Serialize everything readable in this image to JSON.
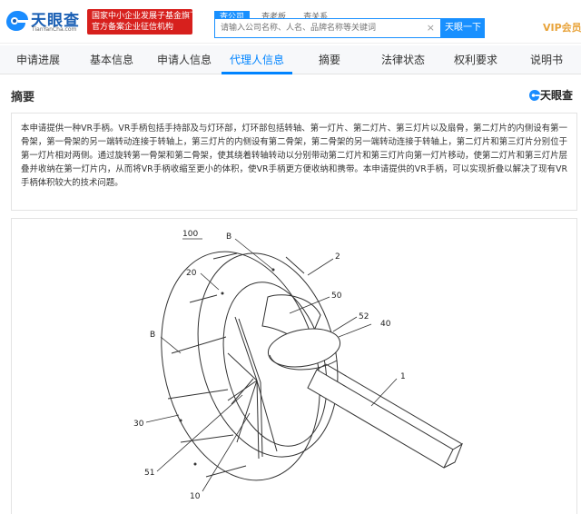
{
  "header": {
    "logo_cn": "天眼查",
    "logo_en": "TianYanCha.com",
    "badge_line1": "国家中小企业发展子基金旗下",
    "badge_line2": "官方备案企业征信机构",
    "search_tabs": [
      {
        "label": "查公司",
        "active": true
      },
      {
        "label": "查老板",
        "active": false
      },
      {
        "label": "查关系",
        "active": false
      }
    ],
    "search_placeholder": "请输入公司名称、人名、品牌名称等关键词",
    "search_button": "天眼一下",
    "vip_label": "VIP会员"
  },
  "nav": {
    "items": [
      {
        "label": "申请进展",
        "active": false
      },
      {
        "label": "基本信息",
        "active": false
      },
      {
        "label": "申请人信息",
        "active": false
      },
      {
        "label": "代理人信息",
        "active": true
      },
      {
        "label": "摘要",
        "active": false
      },
      {
        "label": "法律状态",
        "active": false
      },
      {
        "label": "权利要求",
        "active": false
      },
      {
        "label": "说明书",
        "active": false
      }
    ]
  },
  "section": {
    "title": "摘要",
    "watermark": "天眼查"
  },
  "abstract": {
    "text": "本申请提供一种VR手柄。VR手柄包括手持部及与灯环部，灯环部包括转轴、第一灯片、第二灯片、第三灯片以及扇骨，第二灯片的内侧设有第一骨架，第一骨架的另一端转动连接于转轴上，第三灯片的内侧设有第二骨架，第二骨架的另一端转动连接于转轴上，第二灯片和第三灯片分别位于第一灯片相对两侧。通过旋转第一骨架和第二骨架，使其绕着转轴转动以分别带动第二灯片和第三灯片向第一灯片移动，使第二灯片和第三灯片层叠并收纳在第一灯片内，从而将VR手柄收缩至更小的体积，使VR手柄更方便收纳和携带。本申请提供的VR手柄，可以实现折叠以解决了现有VR手柄体积较大的技术问题。"
  },
  "figure": {
    "labels": {
      "fig_number": "100",
      "b_top": "B",
      "b_left": "B",
      "l2": "2",
      "l20": "20",
      "l50": "50",
      "l52": "52",
      "l40": "40",
      "l1": "1",
      "l30": "30",
      "l51": "51",
      "l10": "10"
    }
  },
  "colors": {
    "brand_blue": "#1890ff",
    "nav_active": "#0084ff",
    "badge_red": "#d7201d",
    "vip_gold": "#e8a33a"
  }
}
